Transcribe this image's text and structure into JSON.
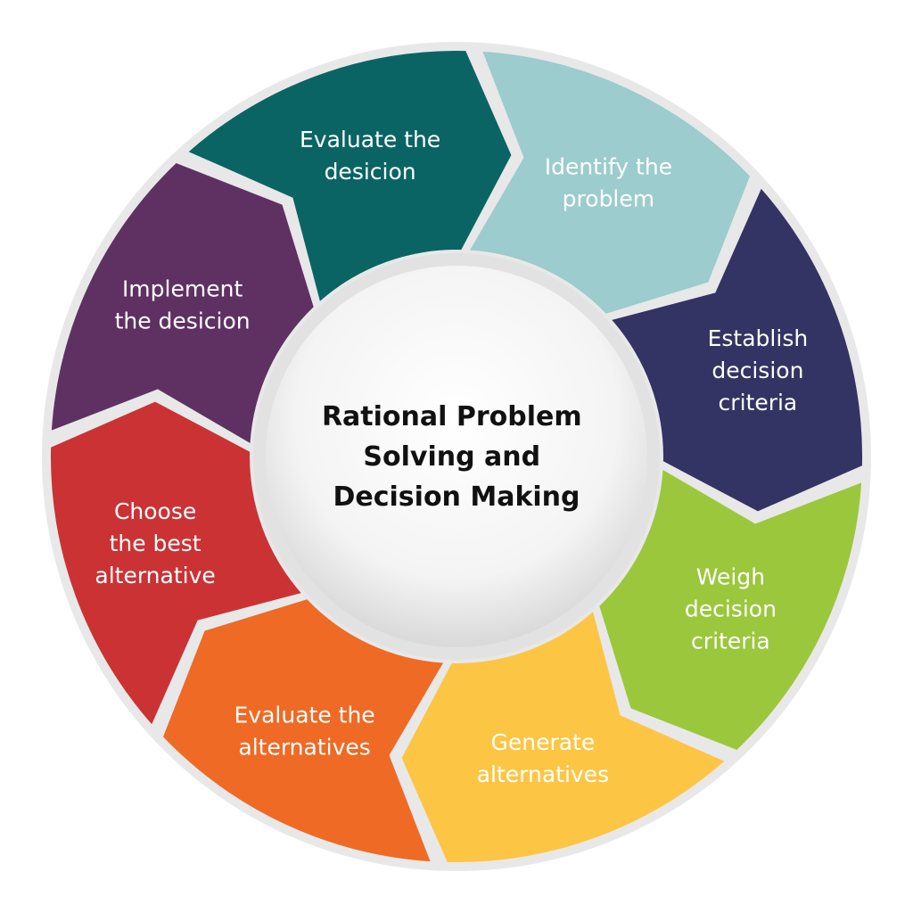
{
  "title": {
    "lines": [
      "Rational Problem",
      "Solving and",
      "Decision Making"
    ]
  },
  "ring_color": "#e8e8e8",
  "segments": [
    {
      "lines": [
        "Identify the",
        "problem"
      ],
      "color": "#9ccccd"
    },
    {
      "lines": [
        "Establish",
        "decision",
        "criteria"
      ],
      "color": "#333463"
    },
    {
      "lines": [
        "Weigh",
        "decision",
        "criteria"
      ],
      "color": "#9bc73d"
    },
    {
      "lines": [
        "Generate",
        "alternatives"
      ],
      "color": "#fdc544"
    },
    {
      "lines": [
        "Evaluate the",
        "alternatives"
      ],
      "color": "#ef6a25"
    },
    {
      "lines": [
        "Choose",
        "the best",
        "alternative"
      ],
      "color": "#cb3234"
    },
    {
      "lines": [
        "Implement",
        "the desicion"
      ],
      "color": "#5f3162"
    },
    {
      "lines": [
        "Evaluate the",
        "desicion"
      ],
      "color": "#0b6464"
    }
  ]
}
